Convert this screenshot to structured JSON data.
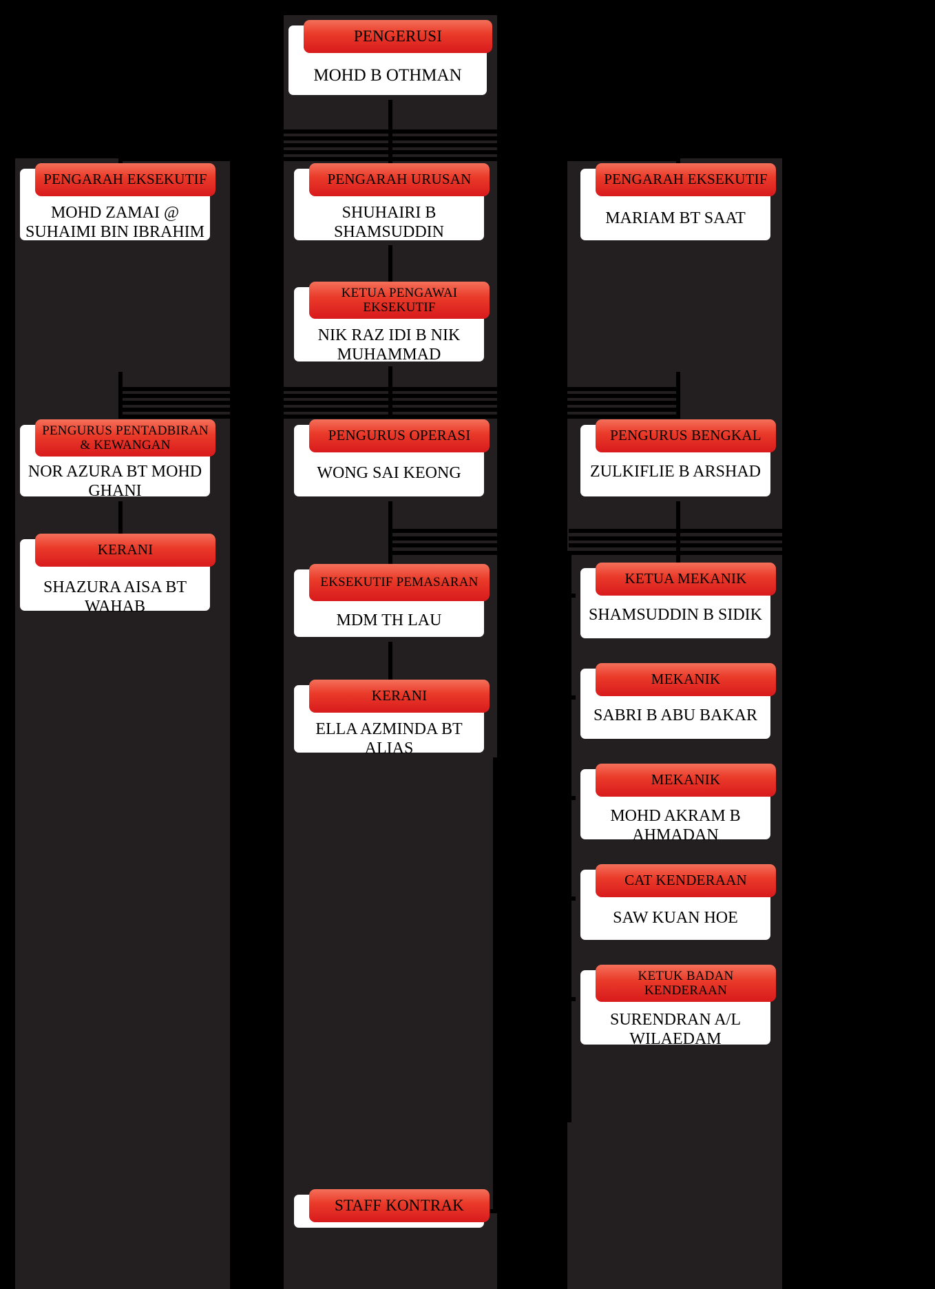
{
  "meta": {
    "background_dark": "#231F20",
    "background_black": "#000000",
    "ribbon_top": "#F4705A",
    "ribbon_bottom": "#D81A1C",
    "box_fill": "#FFFFFF",
    "box_border": "#231F20"
  },
  "nodes": {
    "chairman": {
      "title": "PENGERUSI",
      "person": "MOHD B OTHMAN"
    },
    "exec_dir_left": {
      "title": "PENGARAH EKSEKUTIF",
      "person": "MOHD ZAMAI @ SUHAIMI BIN IBRAHIM"
    },
    "managing_dir": {
      "title": "PENGARAH URUSAN",
      "person": "SHUHAIRI B SHAMSUDDIN"
    },
    "exec_dir_right": {
      "title": "PENGARAH EKSEKUTIF",
      "person": "MARIAM BT SAAT"
    },
    "ceo": {
      "title": "KETUA PENGAWAI EKSEKUTIF",
      "person": "NIK RAZ IDI B NIK MUHAMMAD"
    },
    "admin_mgr": {
      "title": "PENGURUS PENTADBIRAN & KEWANGAN",
      "person": "NOR AZURA BT MOHD GHANI"
    },
    "ops_mgr": {
      "title": "PENGURUS OPERASI",
      "person": "WONG SAI KEONG"
    },
    "workshop_mgr": {
      "title": "PENGURUS BENGKAL",
      "person": "ZULKIFLIE B ARSHAD"
    },
    "clerk_left": {
      "title": "KERANI",
      "person": "SHAZURA AISA BT WAHAB"
    },
    "marketing_exec": {
      "title": "EKSEKUTIF PEMASARAN",
      "person": "MDM TH LAU"
    },
    "head_mechanic": {
      "title": "KETUA MEKANIK",
      "person": "SHAMSUDDIN B SIDIK"
    },
    "clerk_mid": {
      "title": "KERANI",
      "person": "ELLA AZMINDA BT ALIAS"
    },
    "mechanic_1": {
      "title": "MEKANIK",
      "person": "SABRI B ABU BAKAR"
    },
    "mechanic_2": {
      "title": "MEKANIK",
      "person": "MOHD AKRAM B AHMADAN"
    },
    "vehicle_paint": {
      "title": "CAT KENDERAAN",
      "person": "SAW KUAN HOE"
    },
    "body_repair": {
      "title": "KETUK BADAN KENDERAAN",
      "person": "SURENDRAN A/L WILAEDAM"
    },
    "contract_staff": {
      "title": "STAFF KONTRAK",
      "person": ""
    }
  }
}
